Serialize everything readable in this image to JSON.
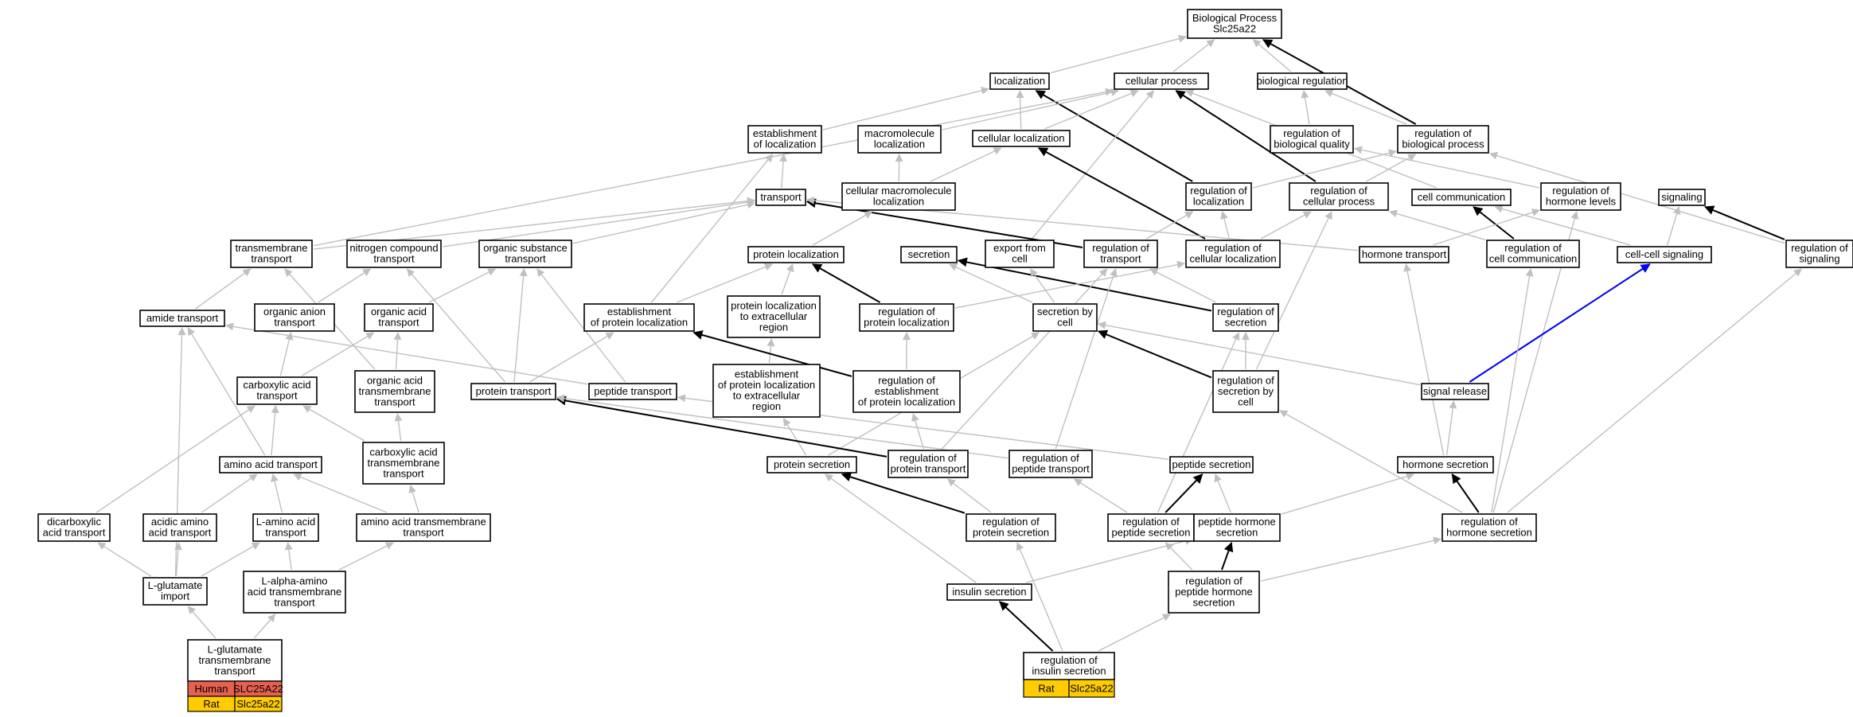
{
  "colors": {
    "gray": "#c0c0c0",
    "black": "#000000",
    "blue": "#0000ee",
    "human": "#e8604f",
    "rat": "#ffcc00"
  },
  "nodes": [
    {
      "id": "bp",
      "lines": [
        "Biological Process",
        "Slc25a22"
      ]
    },
    {
      "id": "loc",
      "lines": [
        "localization"
      ]
    },
    {
      "id": "cp",
      "lines": [
        "cellular process"
      ]
    },
    {
      "id": "br",
      "lines": [
        "biological regulation"
      ]
    },
    {
      "id": "eol",
      "lines": [
        "establishment",
        "of localization"
      ]
    },
    {
      "id": "ml",
      "lines": [
        "macromolecule",
        "localization"
      ]
    },
    {
      "id": "cl",
      "lines": [
        "cellular localization"
      ]
    },
    {
      "id": "rbq",
      "lines": [
        "regulation of",
        "biological quality"
      ]
    },
    {
      "id": "rbp",
      "lines": [
        "regulation of",
        "biological process"
      ]
    },
    {
      "id": "transport",
      "lines": [
        "transport"
      ]
    },
    {
      "id": "cml",
      "lines": [
        "cellular macromolecule",
        "localization"
      ]
    },
    {
      "id": "rloc",
      "lines": [
        "regulation of",
        "localization"
      ]
    },
    {
      "id": "rcp",
      "lines": [
        "regulation of",
        "cellular process"
      ]
    },
    {
      "id": "cc",
      "lines": [
        "cell communication"
      ]
    },
    {
      "id": "rhl",
      "lines": [
        "regulation of",
        "hormone levels"
      ]
    },
    {
      "id": "sig",
      "lines": [
        "signaling"
      ]
    },
    {
      "id": "tmt",
      "lines": [
        "transmembrane",
        "transport"
      ]
    },
    {
      "id": "nct",
      "lines": [
        "nitrogen compound",
        "transport"
      ]
    },
    {
      "id": "ost",
      "lines": [
        "organic substance",
        "transport"
      ]
    },
    {
      "id": "pl",
      "lines": [
        "protein localization"
      ]
    },
    {
      "id": "sec",
      "lines": [
        "secretion"
      ]
    },
    {
      "id": "efc",
      "lines": [
        "export from",
        "cell"
      ]
    },
    {
      "id": "rot",
      "lines": [
        "regulation of",
        "transport"
      ]
    },
    {
      "id": "rcl",
      "lines": [
        "regulation of",
        "cellular localization"
      ]
    },
    {
      "id": "ht",
      "lines": [
        "hormone transport"
      ]
    },
    {
      "id": "rcc",
      "lines": [
        "regulation of",
        "cell communication"
      ]
    },
    {
      "id": "ccs",
      "lines": [
        "cell-cell signaling"
      ]
    },
    {
      "id": "ros",
      "lines": [
        "regulation of",
        "signaling"
      ]
    },
    {
      "id": "at",
      "lines": [
        "amide transport"
      ]
    },
    {
      "id": "oat",
      "lines": [
        "organic anion",
        "transport"
      ]
    },
    {
      "id": "oact",
      "lines": [
        "organic acid",
        "transport"
      ]
    },
    {
      "id": "eopl",
      "lines": [
        "establishment",
        "of protein localization"
      ]
    },
    {
      "id": "plec",
      "lines": [
        "protein localization",
        "to extracellular",
        "region"
      ]
    },
    {
      "id": "rpl",
      "lines": [
        "regulation of",
        "protein localization"
      ]
    },
    {
      "id": "sbc",
      "lines": [
        "secretion by",
        "cell"
      ]
    },
    {
      "id": "rsec",
      "lines": [
        "regulation of",
        "secretion"
      ]
    },
    {
      "id": "cat",
      "lines": [
        "carboxylic acid",
        "transport"
      ]
    },
    {
      "id": "oatm",
      "lines": [
        "organic acid",
        "transmembrane",
        "transport"
      ]
    },
    {
      "id": "pt",
      "lines": [
        "protein transport"
      ]
    },
    {
      "id": "pept",
      "lines": [
        "peptide transport"
      ]
    },
    {
      "id": "eoplec",
      "lines": [
        "establishment",
        "of protein localization",
        "to extracellular",
        "region"
      ]
    },
    {
      "id": "reopl",
      "lines": [
        "regulation of",
        "establishment",
        "of protein localization"
      ]
    },
    {
      "id": "rsbc",
      "lines": [
        "regulation of",
        "secretion by",
        "cell"
      ]
    },
    {
      "id": "sr",
      "lines": [
        "signal release"
      ]
    },
    {
      "id": "aat",
      "lines": [
        "amino acid transport"
      ]
    },
    {
      "id": "catm",
      "lines": [
        "carboxylic acid",
        "transmembrane",
        "transport"
      ]
    },
    {
      "id": "ps",
      "lines": [
        "protein secretion"
      ]
    },
    {
      "id": "rpt",
      "lines": [
        "regulation of",
        "protein transport"
      ]
    },
    {
      "id": "rpept",
      "lines": [
        "regulation of",
        "peptide transport"
      ]
    },
    {
      "id": "peps",
      "lines": [
        "peptide secretion"
      ]
    },
    {
      "id": "hs",
      "lines": [
        "hormone secretion"
      ]
    },
    {
      "id": "dat",
      "lines": [
        "dicarboxylic",
        "acid transport"
      ]
    },
    {
      "id": "acat",
      "lines": [
        "acidic amino",
        "acid transport"
      ]
    },
    {
      "id": "laat",
      "lines": [
        "L-amino acid",
        "transport"
      ]
    },
    {
      "id": "aatm",
      "lines": [
        "amino acid transmembrane",
        "transport"
      ]
    },
    {
      "id": "rps",
      "lines": [
        "regulation of",
        "protein secretion"
      ]
    },
    {
      "id": "rpeps",
      "lines": [
        "regulation of",
        "peptide secretion"
      ]
    },
    {
      "id": "phs",
      "lines": [
        "peptide hormone",
        "secretion"
      ]
    },
    {
      "id": "rhs",
      "lines": [
        "regulation of",
        "hormone secretion"
      ]
    },
    {
      "id": "lgi",
      "lines": [
        "L-glutamate",
        "import"
      ]
    },
    {
      "id": "laaatm",
      "lines": [
        "L-alpha-amino",
        "acid transmembrane",
        "transport"
      ]
    },
    {
      "id": "ins",
      "lines": [
        "insulin secretion"
      ]
    },
    {
      "id": "rphs",
      "lines": [
        "regulation of",
        "peptide hormone",
        "secretion"
      ]
    },
    {
      "id": "lgtm",
      "lines": [
        "L-glutamate",
        "transmembrane",
        "transport"
      ]
    },
    {
      "id": "ris",
      "lines": [
        "regulation of",
        "insulin secretion"
      ]
    }
  ],
  "tables": [
    {
      "id": "tbl-lgtm",
      "rows": [
        {
          "species": "Human",
          "gene": "SLC25A22",
          "color": "#e8604f"
        },
        {
          "species": "Rat",
          "gene": "Slc25a22",
          "color": "#ffcc00"
        }
      ]
    },
    {
      "id": "tbl-ris",
      "rows": [
        {
          "species": "Rat",
          "gene": "Slc25a22",
          "color": "#ffcc00"
        }
      ]
    }
  ],
  "edges": [
    [
      "loc",
      "bp",
      "gray"
    ],
    [
      "cp",
      "bp",
      "gray"
    ],
    [
      "br",
      "bp",
      "gray"
    ],
    [
      "rbp",
      "bp",
      "black"
    ],
    [
      "eol",
      "loc",
      "gray"
    ],
    [
      "cl",
      "loc",
      "gray"
    ],
    [
      "rloc",
      "loc",
      "black"
    ],
    [
      "ml",
      "cp",
      "gray"
    ],
    [
      "cl",
      "cp",
      "gray"
    ],
    [
      "tmt",
      "cp",
      "gray"
    ],
    [
      "efc",
      "cp",
      "gray"
    ],
    [
      "rcp",
      "cp",
      "black"
    ],
    [
      "cc",
      "cp",
      "gray"
    ],
    [
      "rbq",
      "br",
      "gray"
    ],
    [
      "rbp",
      "br",
      "gray"
    ],
    [
      "transport",
      "eol",
      "gray"
    ],
    [
      "cml",
      "ml",
      "gray"
    ],
    [
      "cml",
      "cl",
      "gray"
    ],
    [
      "rcl",
      "cl",
      "black"
    ],
    [
      "rloc",
      "rbp",
      "gray"
    ],
    [
      "rcp",
      "rbp",
      "gray"
    ],
    [
      "rhl",
      "rbq",
      "gray"
    ],
    [
      "ros",
      "rbp",
      "gray"
    ],
    [
      "tmt",
      "transport",
      "gray"
    ],
    [
      "nct",
      "transport",
      "gray"
    ],
    [
      "ost",
      "transport",
      "gray"
    ],
    [
      "rot",
      "transport",
      "black"
    ],
    [
      "ht",
      "transport",
      "gray"
    ],
    [
      "pl",
      "cml",
      "gray"
    ],
    [
      "rot",
      "rloc",
      "gray"
    ],
    [
      "rcl",
      "rloc",
      "gray"
    ],
    [
      "rcl",
      "rcp",
      "gray"
    ],
    [
      "rcc",
      "rcp",
      "gray"
    ],
    [
      "rsbc",
      "rcp",
      "gray"
    ],
    [
      "rcc",
      "cc",
      "black"
    ],
    [
      "ccs",
      "cc",
      "gray"
    ],
    [
      "ccs",
      "sig",
      "gray"
    ],
    [
      "ros",
      "sig",
      "black"
    ],
    [
      "ht",
      "rhl",
      "gray"
    ],
    [
      "rhs",
      "rhl",
      "gray"
    ],
    [
      "eopl",
      "pl",
      "gray"
    ],
    [
      "plec",
      "pl",
      "gray"
    ],
    [
      "rpl",
      "pl",
      "black"
    ],
    [
      "eopl",
      "eol",
      "gray"
    ],
    [
      "sbc",
      "sec",
      "gray"
    ],
    [
      "rsec",
      "sec",
      "black"
    ],
    [
      "sbc",
      "efc",
      "gray"
    ],
    [
      "rsec",
      "rot",
      "gray"
    ],
    [
      "rpt",
      "rot",
      "gray"
    ],
    [
      "rpept",
      "rot",
      "gray"
    ],
    [
      "rpl",
      "rcl",
      "gray"
    ],
    [
      "at",
      "tmt",
      "gray"
    ],
    [
      "oat",
      "nct",
      "gray"
    ],
    [
      "oact",
      "ost",
      "gray"
    ],
    [
      "pt",
      "nct",
      "gray"
    ],
    [
      "pt",
      "ost",
      "gray"
    ],
    [
      "pept",
      "ost",
      "gray"
    ],
    [
      "pept",
      "at",
      "gray"
    ],
    [
      "aat",
      "at",
      "gray"
    ],
    [
      "cat",
      "oat",
      "gray"
    ],
    [
      "cat",
      "oact",
      "gray"
    ],
    [
      "oatm",
      "oact",
      "gray"
    ],
    [
      "oatm",
      "tmt",
      "gray"
    ],
    [
      "pt",
      "eopl",
      "gray"
    ],
    [
      "eoplec",
      "plec",
      "gray"
    ],
    [
      "reopl",
      "rpl",
      "gray"
    ],
    [
      "reopl",
      "eopl",
      "black"
    ],
    [
      "rsbc",
      "sbc",
      "black"
    ],
    [
      "rsbc",
      "rsec",
      "gray"
    ],
    [
      "sr",
      "sbc",
      "gray"
    ],
    [
      "sr",
      "ccs",
      "blue"
    ],
    [
      "aat",
      "cat",
      "gray"
    ],
    [
      "catm",
      "cat",
      "gray"
    ],
    [
      "catm",
      "oatm",
      "gray"
    ],
    [
      "ps",
      "eoplec",
      "gray"
    ],
    [
      "ps",
      "sbc",
      "gray"
    ],
    [
      "rpt",
      "pt",
      "black"
    ],
    [
      "rpt",
      "reopl",
      "gray"
    ],
    [
      "rpept",
      "pt",
      "gray"
    ],
    [
      "peps",
      "pept",
      "gray"
    ],
    [
      "hs",
      "sr",
      "gray"
    ],
    [
      "hs",
      "ht",
      "gray"
    ],
    [
      "dat",
      "cat",
      "gray"
    ],
    [
      "acat",
      "aat",
      "gray"
    ],
    [
      "laat",
      "aat",
      "gray"
    ],
    [
      "aatm",
      "aat",
      "gray"
    ],
    [
      "aatm",
      "catm",
      "gray"
    ],
    [
      "rps",
      "ps",
      "black"
    ],
    [
      "rps",
      "rpt",
      "gray"
    ],
    [
      "rpeps",
      "peps",
      "black"
    ],
    [
      "rpeps",
      "rpept",
      "gray"
    ],
    [
      "rpeps",
      "rsec",
      "gray"
    ],
    [
      "phs",
      "peps",
      "gray"
    ],
    [
      "phs",
      "hs",
      "gray"
    ],
    [
      "rhs",
      "hs",
      "black"
    ],
    [
      "rhs",
      "rsbc",
      "gray"
    ],
    [
      "rhs",
      "rcc",
      "gray"
    ],
    [
      "rhs",
      "ros",
      "gray"
    ],
    [
      "lgi",
      "dat",
      "gray"
    ],
    [
      "lgi",
      "acat",
      "gray"
    ],
    [
      "lgi",
      "laat",
      "gray"
    ],
    [
      "lgi",
      "at",
      "gray"
    ],
    [
      "laaatm",
      "laat",
      "gray"
    ],
    [
      "laaatm",
      "aatm",
      "gray"
    ],
    [
      "ins",
      "ps",
      "gray"
    ],
    [
      "ins",
      "phs",
      "gray"
    ],
    [
      "rphs",
      "phs",
      "black"
    ],
    [
      "rphs",
      "rpeps",
      "gray"
    ],
    [
      "rphs",
      "rhs",
      "gray"
    ],
    [
      "lgtm",
      "lgi",
      "gray"
    ],
    [
      "lgtm",
      "laaatm",
      "gray"
    ],
    [
      "ris",
      "ins",
      "black"
    ],
    [
      "ris",
      "rps",
      "gray"
    ],
    [
      "ris",
      "rphs",
      "gray"
    ]
  ]
}
